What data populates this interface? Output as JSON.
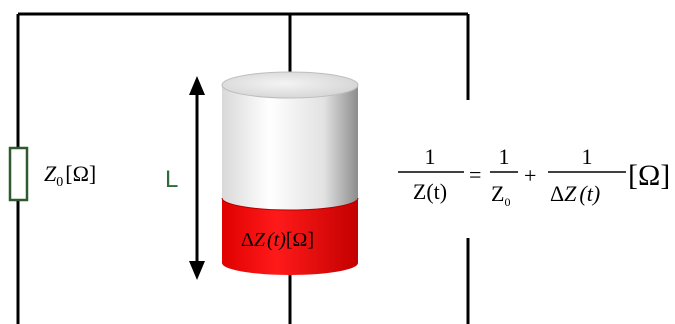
{
  "resistor_label": {
    "base": "Z",
    "sub": "0",
    "unit": "[Ω]"
  },
  "length_label": "L",
  "segment_label": {
    "prefix": "Δ",
    "var": "Z",
    "arg": "(t)",
    "unit": "[Ω]"
  },
  "equation": {
    "lhs_num": "1",
    "lhs_den": "Z(t)",
    "equals": "=",
    "t1_num": "1",
    "t1_den_base": "Z",
    "t1_den_sub": "0",
    "plus": "+",
    "t2_num": "1",
    "t2_den_prefix": "Δ",
    "t2_den_var": "Z",
    "t2_den_arg": "(t)",
    "unit": "[Ω]"
  },
  "colors": {
    "wire": "#000000",
    "resistor": "#2f5a2f",
    "label_green": "#2e6b3a",
    "segment_red": "#ee1111",
    "cylinder_top": "#e6e6e6"
  }
}
